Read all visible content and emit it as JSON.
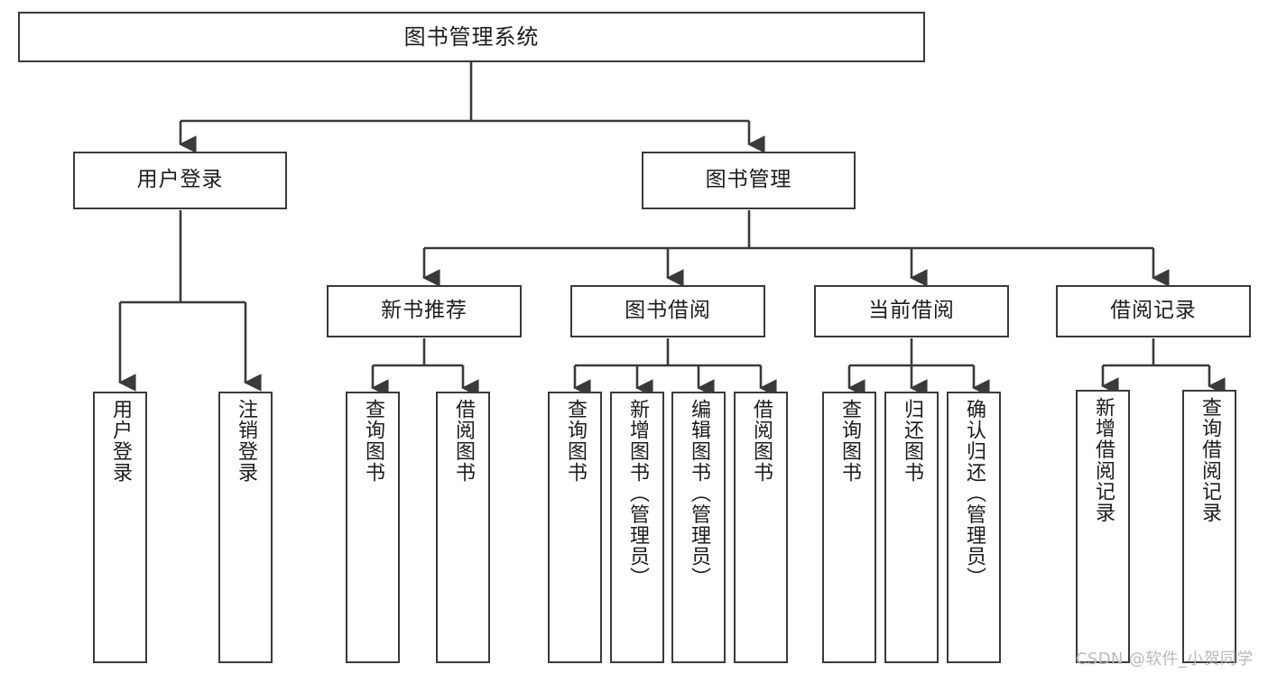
{
  "diagram": {
    "type": "tree-hierarchy",
    "title": "图书管理系统",
    "edge_color": "#3a3a3a",
    "box_border_color": "#3a3a3a",
    "box_fill_color": "#ffffff",
    "text_color": "#1c1c1c"
  },
  "nodes": {
    "root": {
      "label": "图书管理系统"
    },
    "level1": [
      {
        "label": "用户登录"
      },
      {
        "label": "图书管理"
      }
    ],
    "level2": [
      {
        "label": "新书推荐"
      },
      {
        "label": "图书借阅"
      },
      {
        "label": "当前借阅"
      },
      {
        "label": "借阅记录"
      }
    ],
    "leaves": {
      "user_login": [
        {
          "label": "用户登录"
        },
        {
          "label": "注销登录"
        }
      ],
      "new_book": [
        {
          "label": "查询图书"
        },
        {
          "label": "借阅图书"
        }
      ],
      "book_borrow": [
        {
          "label": "查询图书"
        },
        {
          "label": "新增图书（管理员）"
        },
        {
          "label": "编辑图书（管理员）"
        },
        {
          "label": "借阅图书"
        }
      ],
      "current_borrow": [
        {
          "label": "查询图书"
        },
        {
          "label": "归还图书"
        },
        {
          "label": "确认归还（管理员）"
        }
      ],
      "borrow_record": [
        {
          "label": "新增借阅记录"
        },
        {
          "label": "查询借阅记录"
        }
      ]
    }
  },
  "watermark": {
    "text": "CSDN @软件_小贺同学"
  }
}
